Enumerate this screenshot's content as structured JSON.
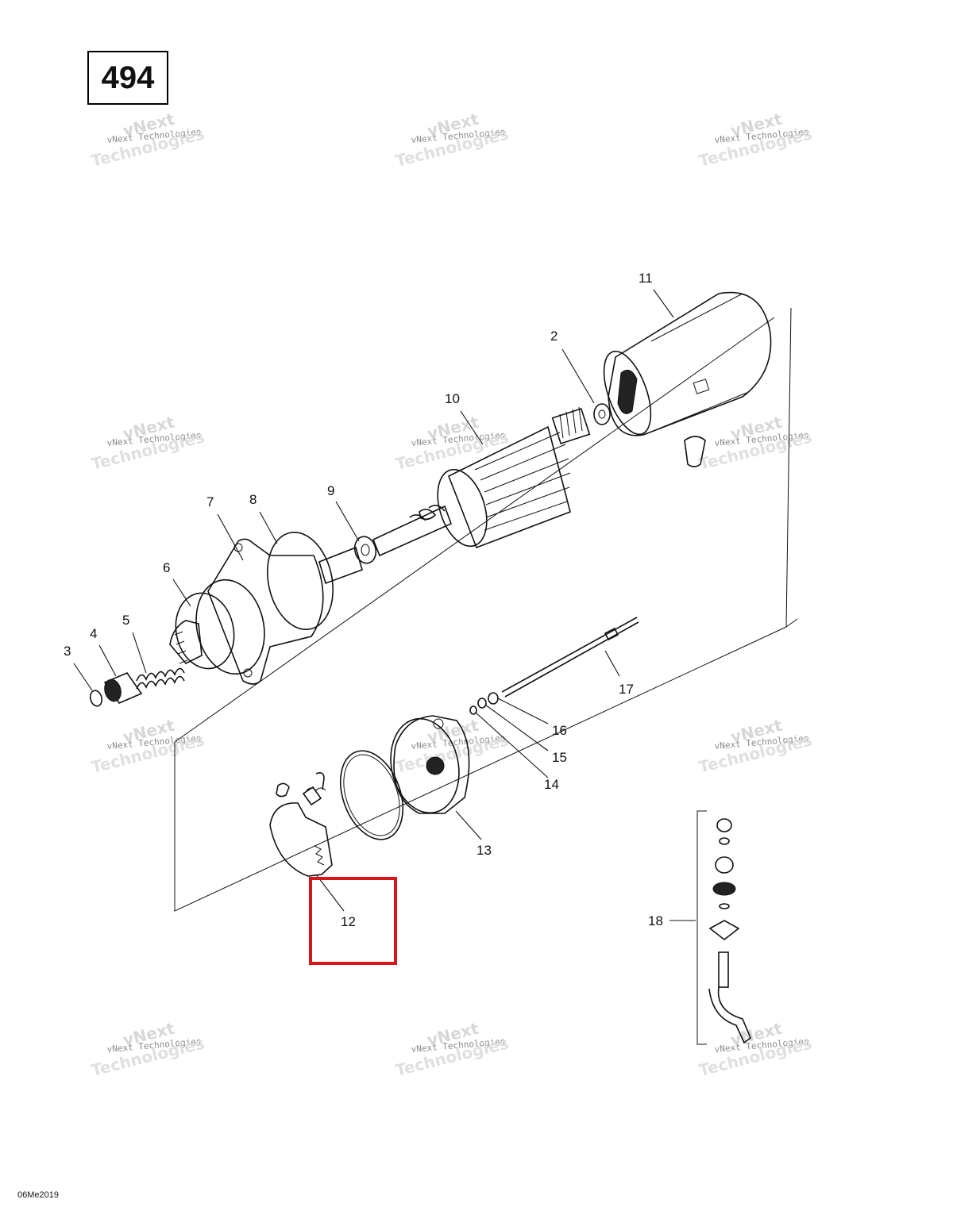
{
  "page_number": "494",
  "watermark": {
    "line1": "vNext Technologies",
    "line2": "vNext",
    "line3": "Technologies"
  },
  "date_stamp": "06Me2019",
  "callouts": [
    "11",
    "2",
    "10",
    "7",
    "8",
    "9",
    "6",
    "5",
    "4",
    "3",
    "17",
    "16",
    "15",
    "14",
    "13",
    "12",
    "18"
  ],
  "highlight": {
    "color": "#d9141b",
    "label": "12"
  }
}
